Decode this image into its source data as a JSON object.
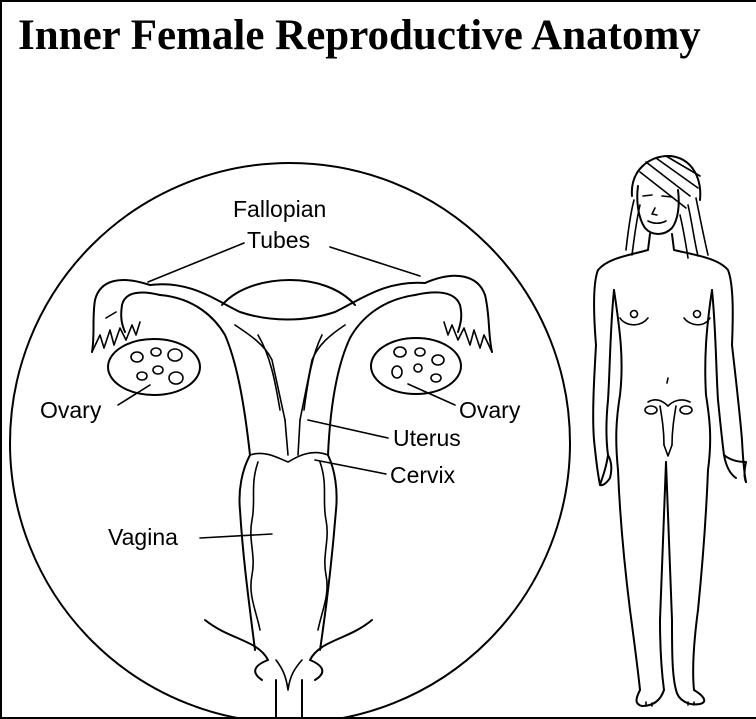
{
  "title": "Inner Female Reproductive Anatomy",
  "labels": {
    "fallopian": "Fallopian",
    "tubes": "Tubes",
    "ovary_left": "Ovary",
    "ovary_right": "Ovary",
    "uterus": "Uterus",
    "cervix": "Cervix",
    "vagina": "Vagina"
  }
}
